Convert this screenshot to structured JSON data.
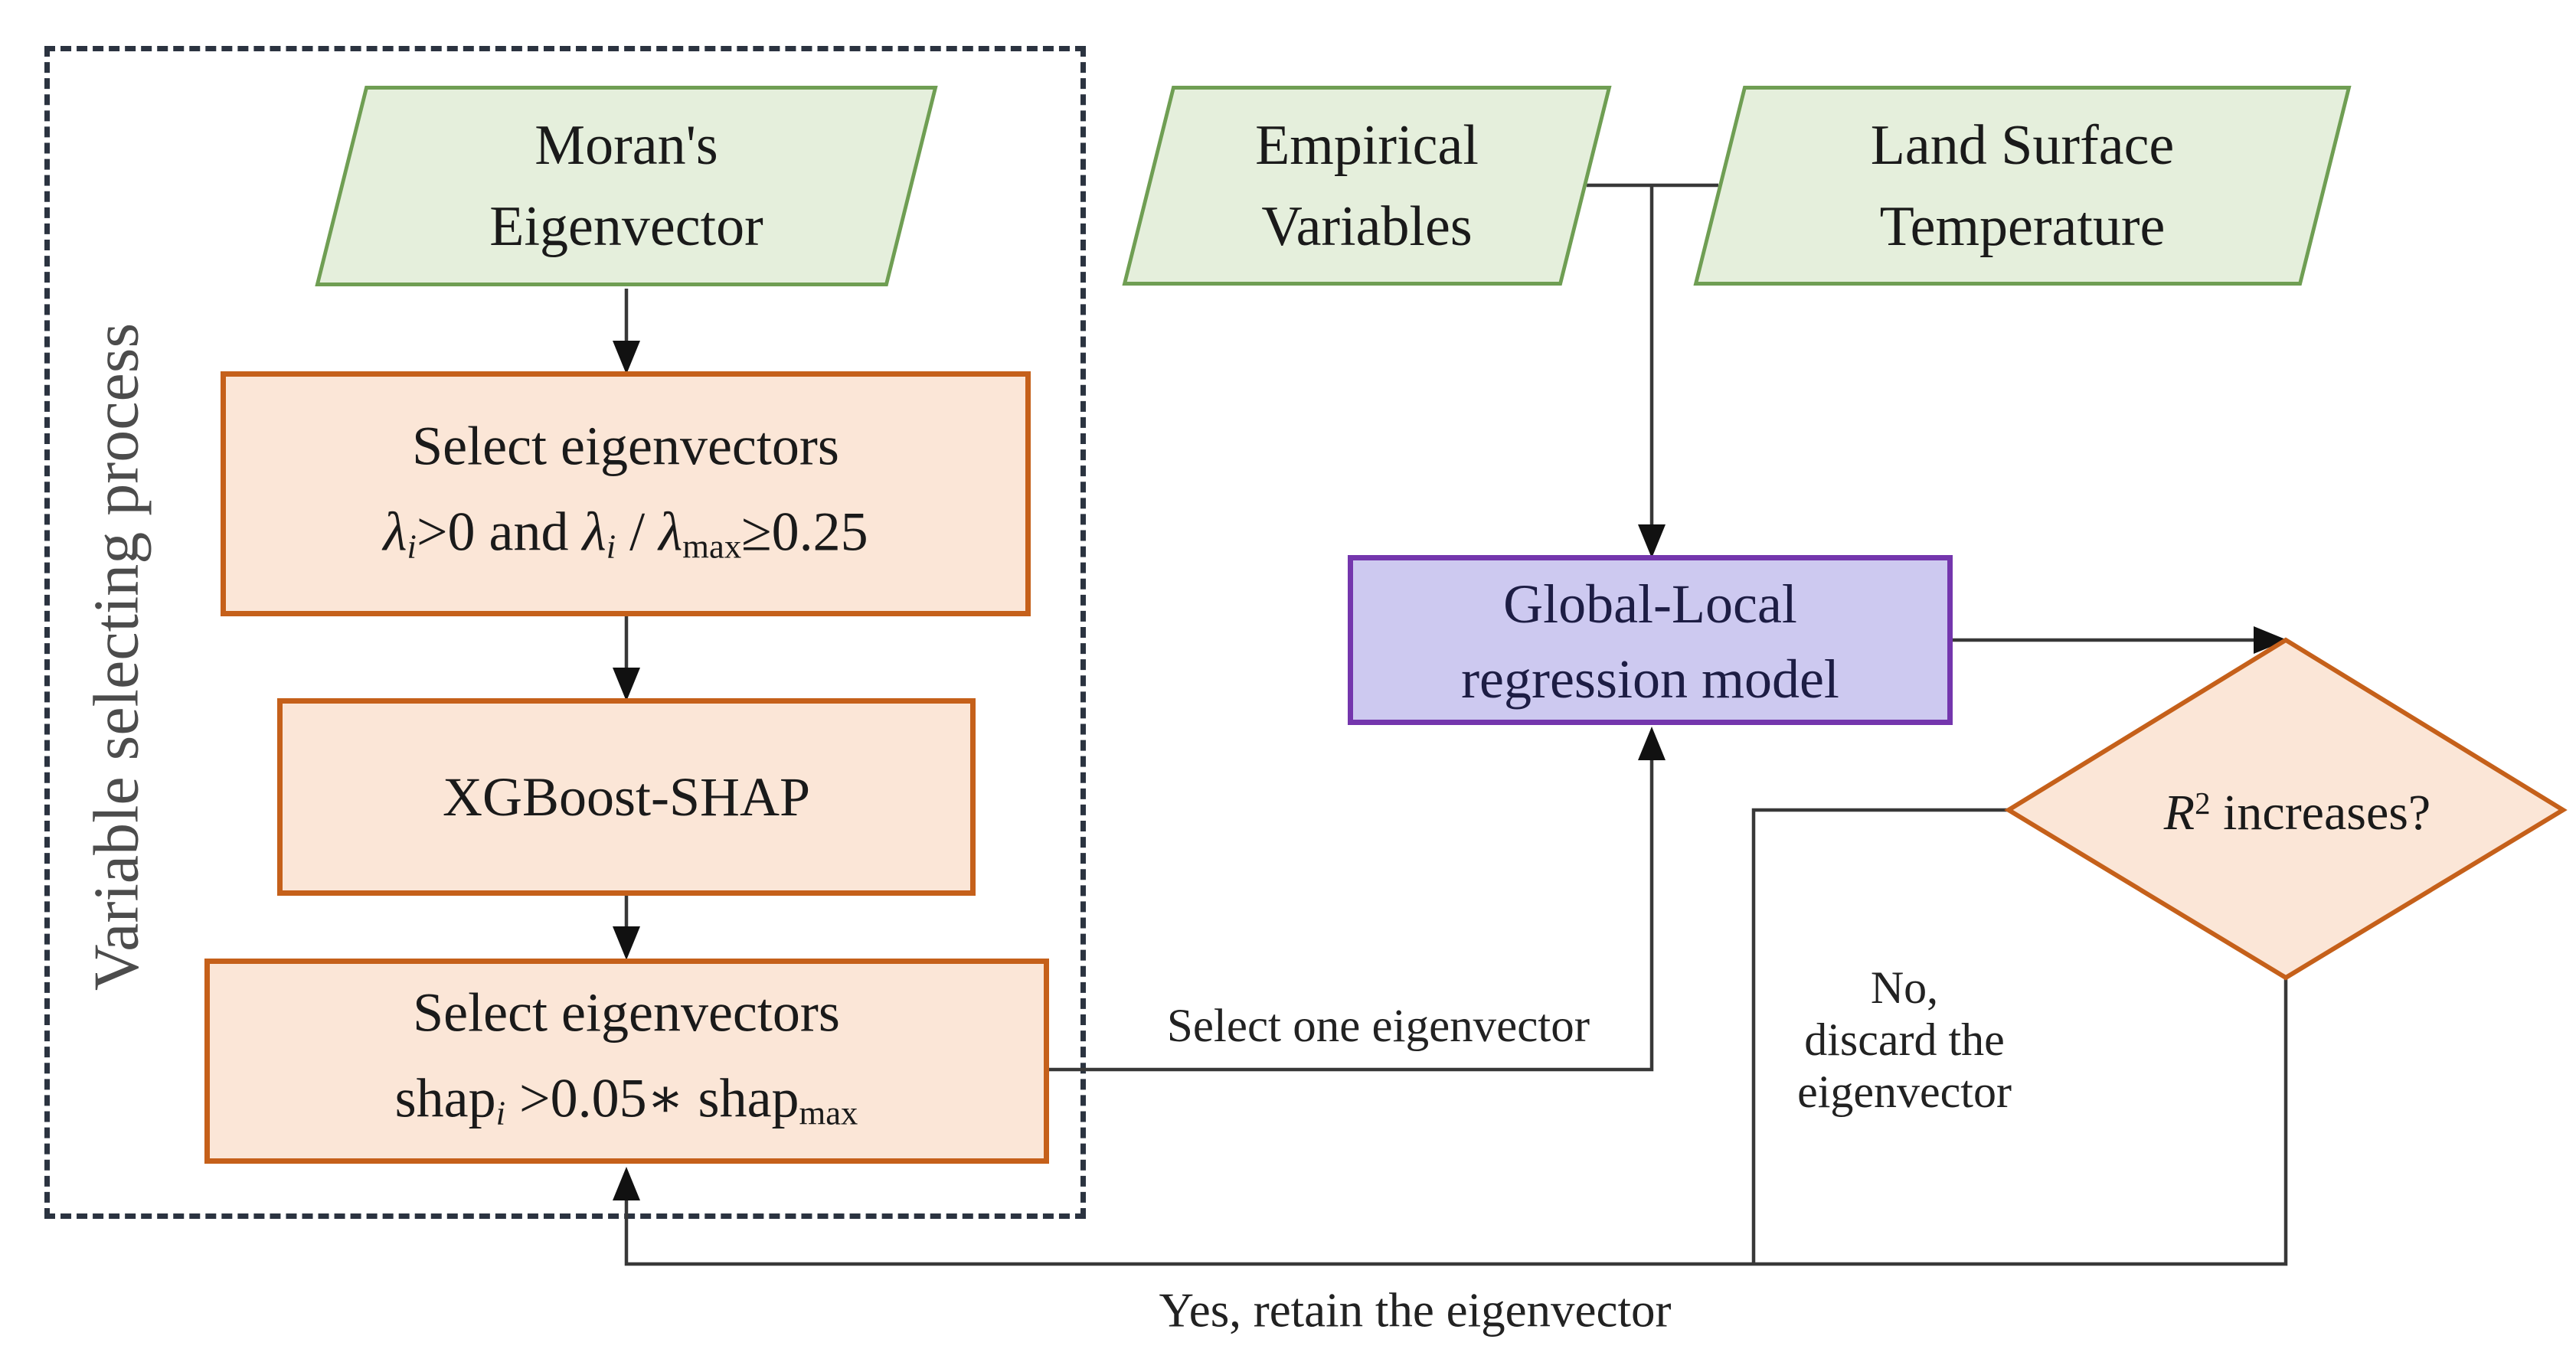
{
  "group": {
    "title": "Variable selecting process"
  },
  "nodes": {
    "morans": {
      "line1": "Moran's",
      "line2": "Eigenvector"
    },
    "select_eigen_lambda": {
      "line1": "Select eigenvectors",
      "f": {
        "l1": "λ",
        "s1": "i",
        "t1": ">0 and ",
        "l2": "λ",
        "s2": "i",
        "t2": " / ",
        "l3": "λ",
        "s3": "max",
        "t3": "≥0.25"
      }
    },
    "xgboost_shap": {
      "label": "XGBoost-SHAP"
    },
    "select_eigen_shap": {
      "line1": "Select eigenvectors",
      "f": {
        "t1": "shap",
        "s1": "i",
        "t2": " >0.05∗ ",
        "t3": "shap",
        "s2": "max"
      }
    },
    "empirical": {
      "line1": "Empirical",
      "line2": "Variables"
    },
    "lst": {
      "line1": "Land Surface",
      "line2": "Temperature"
    },
    "model": {
      "line1": "Global-Local",
      "line2": "regression model"
    },
    "decision": {
      "p1": "R",
      "p2": "2",
      "p3": " increases?"
    }
  },
  "edges": {
    "select_one_label": "Select one eigenvector",
    "no_label_line1": "No,",
    "no_label_line2": "discard the",
    "no_label_line3": "eigenvector",
    "yes_label": "Yes, retain the eigenvector"
  },
  "colors": {
    "green_fill": "#e5efdc",
    "green_border": "#6f9e53",
    "orange_fill": "#fbe6d7",
    "orange_border": "#c5601a",
    "purple_fill": "#cdc9f0",
    "purple_border": "#7436ad",
    "dashed_border": "#2b3340",
    "line": "#383838",
    "arrow": "#111111",
    "group_title_text": "#4c4c4c",
    "text": "#1a1a1a",
    "model_text": "#1d1d44"
  }
}
